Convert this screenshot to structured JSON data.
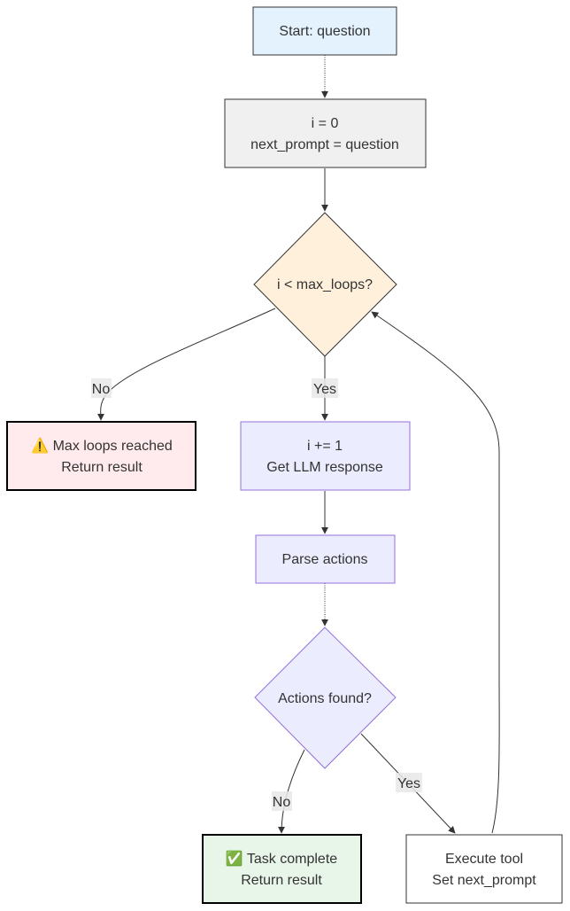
{
  "nodes": {
    "start": {
      "line1": "Start: question"
    },
    "init": {
      "line1": "i = 0",
      "line2": "next_prompt = question"
    },
    "loop_check": {
      "line1": "i < max_loops?"
    },
    "max_reached": {
      "line1": "⚠️ Max loops reached",
      "line2": "Return result"
    },
    "llm": {
      "line1": "i += 1",
      "line2": "Get LLM response"
    },
    "parse": {
      "line1": "Parse actions"
    },
    "actions_check": {
      "line1": "Actions found?"
    },
    "complete": {
      "line1": "✅ Task complete",
      "line2": "Return result"
    },
    "execute": {
      "line1": "Execute tool",
      "line2": "Set next_prompt"
    }
  },
  "edges": {
    "loop_no": "No",
    "loop_yes": "Yes",
    "actions_no": "No",
    "actions_yes": "Yes"
  },
  "colors": {
    "start_fill": "#e3f2fd",
    "init_fill": "#f0f0f0",
    "decision_fill": "#fff0dc",
    "max_fill": "#ffebee",
    "purple_fill": "#ececff",
    "purple_stroke": "#9370db",
    "complete_fill": "#e8f5e9",
    "execute_fill": "#ffffff"
  }
}
